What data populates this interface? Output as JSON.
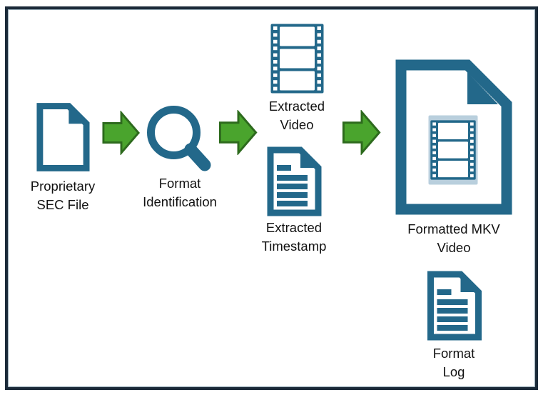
{
  "title": "SEC file conversion workflow diagram",
  "colors": {
    "icon": "#23688a",
    "arrow-fill": "#4aa42d",
    "arrow-stroke": "#2d6a1d",
    "frame": "#1b2a39",
    "text": "#111111"
  },
  "nodes": [
    {
      "name": "proprietary-sec-file",
      "icon": "blank-document-icon",
      "line1": "Proprietary",
      "line2": "SEC File"
    },
    {
      "name": "format-identification",
      "icon": "magnifier-icon",
      "line1": "Format",
      "line2": "Identification"
    },
    {
      "name": "extracted-video",
      "icon": "filmstrip-icon",
      "line1": "Extracted",
      "line2": "Video"
    },
    {
      "name": "extracted-timestamp",
      "icon": "text-document-icon",
      "line1": "Extracted",
      "line2": "Timestamp"
    },
    {
      "name": "formatted-mkv-video",
      "icon": "video-document-icon",
      "line1": "Formatted MKV",
      "line2": "Video"
    },
    {
      "name": "format-log",
      "icon": "text-document-icon",
      "line1": "Format",
      "line2": "Log"
    }
  ],
  "flow": {
    "arrow_count": 3,
    "direction": "right"
  }
}
